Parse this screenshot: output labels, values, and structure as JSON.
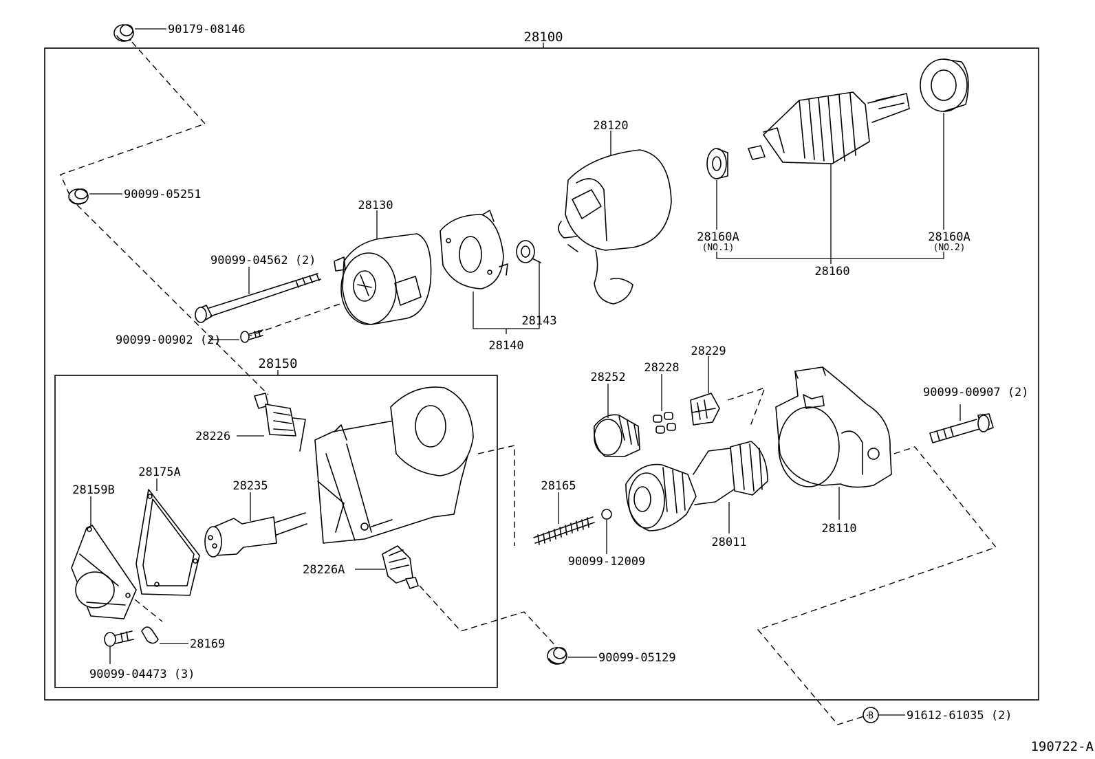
{
  "diagram": {
    "assembly_label": "28100",
    "figure_code": "190722-A",
    "sub_assembly_label": "28150",
    "circle_marker": "B",
    "labels": {
      "p90179_08146": "90179-08146",
      "p90099_05251": "90099-05251",
      "p90099_04562": "90099-04562 (2)",
      "p90099_00902": "90099-00902 (2)",
      "p28130": "28130",
      "p28140": "28140",
      "p28143": "28143",
      "p28120": "28120",
      "p28160a_1": "28160A",
      "p28160a_1_sub": "(NO.1)",
      "p28160a_2": "28160A",
      "p28160a_2_sub": "(NO.2)",
      "p28160": "28160",
      "p28226": "28226",
      "p28175a": "28175A",
      "p28159b": "28159B",
      "p28235": "28235",
      "p28226a": "28226A",
      "p28169": "28169",
      "p90099_04473": "90099-04473 (3)",
      "p28252": "28252",
      "p28228": "28228",
      "p28229": "28229",
      "p28165": "28165",
      "p90099_12009": "90099-12009",
      "p28011": "28011",
      "p28110": "28110",
      "p90099_00907": "90099-00907 (2)",
      "p90099_05129": "90099-05129",
      "p91612_61035": "91612-61035 (2)"
    }
  }
}
